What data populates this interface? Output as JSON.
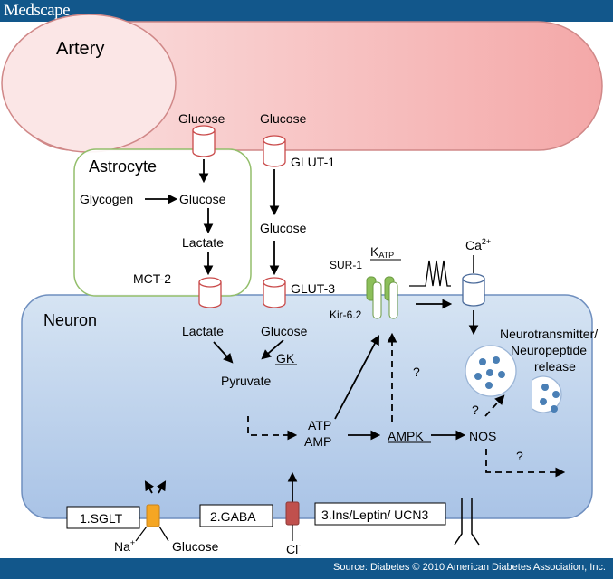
{
  "header": {
    "brand": "Medscape"
  },
  "footer": {
    "source": "Source: Diabetes © 2010 American Diabetes Association, Inc."
  },
  "diagram": {
    "artery": "Artery",
    "astrocyte": "Astrocyte",
    "neuron": "Neuron",
    "glucose_top_left": "Glucose",
    "glucose_top_right": "Glucose",
    "glut1": "GLUT-1",
    "glycogen": "Glycogen",
    "glucose_astro": "Glucose",
    "lactate_astro": "Lactate",
    "glucose_mid": "Glucose",
    "mct2": "MCT-2",
    "glut3": "GLUT-3",
    "lactate_neuron": "Lactate",
    "glucose_neuron": "Glucose",
    "gk": "GK",
    "pyruvate": "Pyruvate",
    "atp": "ATP",
    "amp": "AMP",
    "ampk": "AMPK",
    "nos": "NOS",
    "sur1": "SUR-1",
    "katp_k": "K",
    "katp_sub": "ATP",
    "kir62": "Kir-6.2",
    "ca": "Ca",
    "ca_sup": "2+",
    "q1": "?",
    "q2": "?",
    "q3": "?",
    "release_1": "Neurotransmitter/",
    "release_2": "Neuropeptide",
    "release_3": "release",
    "sglt": "1.SGLT",
    "gaba": "2.GABA",
    "ins": "3.Ins/Leptin/ UCN3",
    "na": "Na",
    "na_sup": "+",
    "glucose_bottom": "Glucose",
    "cl": "Cl",
    "cl_sup": "-"
  }
}
